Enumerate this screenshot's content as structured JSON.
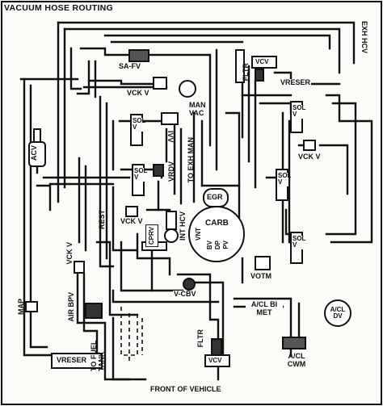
{
  "title": "VACUUM HOSE ROUTING",
  "labels": {
    "exh_hcv": "EXH HCV",
    "vcv": "VCV",
    "fltr": "FLTR",
    "vreser": "VRESER",
    "sa_fv": "SA-FV",
    "vckv": "VCK V",
    "man_vac": "MAN VAC",
    "acv": "ACV",
    "sol_v": "SOL V",
    "ivv": "IVV",
    "to_exh_man": "TO EXH MAN",
    "vrdv": "VRDV",
    "egr": "EGR",
    "carb": "CARB",
    "int_hcv": "INT HCV",
    "rest": "REST",
    "cprv": "CPRV",
    "vnt": "VNT",
    "bv": "BV",
    "dp": "DP",
    "pv": "PV",
    "votm": "VOTM",
    "v_cbv": "V-CBV",
    "map": "MAP",
    "air_bpv": "AIR BPV",
    "to_fuel_tank": "TO FUEL TANK",
    "a_cl_bi_met": "A/CL BI MET",
    "a_cl_dv": "A/CL DV",
    "a_cl_cwm": "A/CL CWM",
    "front_of_vehicle": "FRONT OF VEHICLE"
  }
}
